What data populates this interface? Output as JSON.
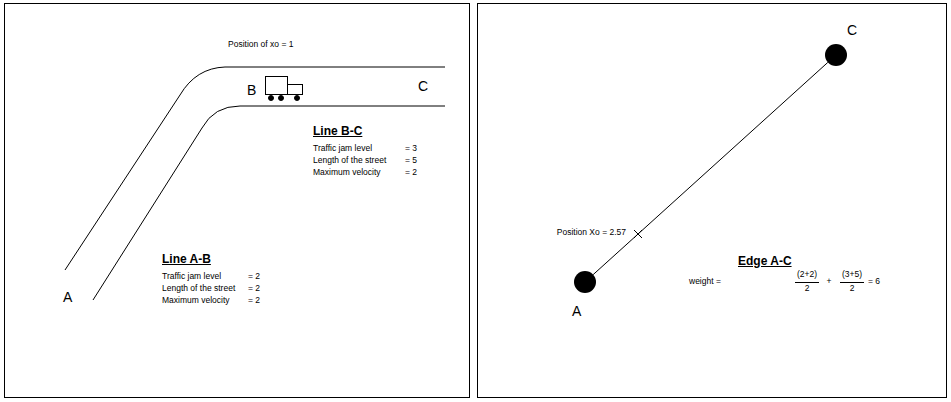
{
  "diagram": {
    "nodes": [
      {
        "text": [
          "C"
        ]
      },
      {
        "text": [
          "A"
        ]
      }
    ],
    "edges": [
      {
        "from": 1,
        "to": 0,
        "arrow": "none"
      }
    ],
    "labels": [
      "Position of xo = 1",
      "B",
      "C",
      "A",
      "Line B-C",
      "Traffic jam level",
      "= 3",
      "Length of the street",
      "= 5",
      "Maximum velocity",
      "= 2",
      "Line A-B",
      "Traffic jam level",
      "= 2",
      "Length of the street",
      "= 2",
      "Maximum velocity",
      "= 2",
      "Position Xo = 2.57",
      "Edge A-C",
      "weight =",
      "(2+2)",
      "2",
      "+",
      "(3+5)",
      "2",
      "= 6"
    ]
  }
}
